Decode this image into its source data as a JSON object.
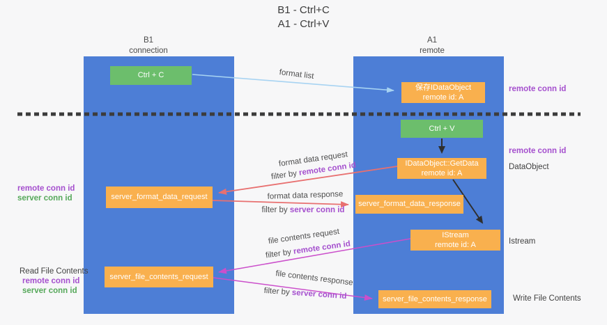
{
  "title": {
    "line1": "B1 - Ctrl+C",
    "line2": "A1 - Ctrl+V"
  },
  "columns": {
    "left": {
      "name": "B1",
      "role": "connection"
    },
    "right": {
      "name": "A1",
      "role": "remote"
    }
  },
  "nodes": {
    "ctrl_c": "Ctrl + C",
    "ctrl_v": "Ctrl + V",
    "save_idataobject": {
      "line1": "保存IDataObject",
      "line2": "remote id: A"
    },
    "getdata": {
      "line1": "IDataObject::GetData",
      "line2": "remote id: A"
    },
    "istream": {
      "line1": "IStream",
      "line2": "remote id: A"
    },
    "server_format_data_request": "server_format_data_request",
    "server_format_data_response": "server_format_data_response",
    "server_file_contents_request": "server_file_contents_request",
    "server_file_contents_response": "server_file_contents_response"
  },
  "arrow_labels": {
    "format_list": "format list",
    "format_data_request": "format data request",
    "format_data_response": "format data response",
    "file_contents_request": "file contents request",
    "file_contents_response": "file contents response",
    "filter_by": "filter by ",
    "remote_conn_id": "remote conn id",
    "server_conn_id": "server conn id"
  },
  "side_labels": {
    "remote_conn_id": "remote conn id",
    "server_conn_id": "server conn id",
    "dataobject": "DataObject",
    "istream": "Istream",
    "read_file_contents": "Read File Contents",
    "write_file_contents": "Write File Contents"
  },
  "colors": {
    "column_blue": "#4d7ed6",
    "box_green": "#6cbe6c",
    "box_orange": "#f9b04e",
    "arrow_light_blue": "#a7d3f2",
    "arrow_salmon": "#e87070",
    "arrow_magenta": "#cb4fcb",
    "arrow_black": "#2f2f2f",
    "dashed_line": "#3c3c3c",
    "text_purple": "#a550ce",
    "text_green": "#56a85a"
  }
}
